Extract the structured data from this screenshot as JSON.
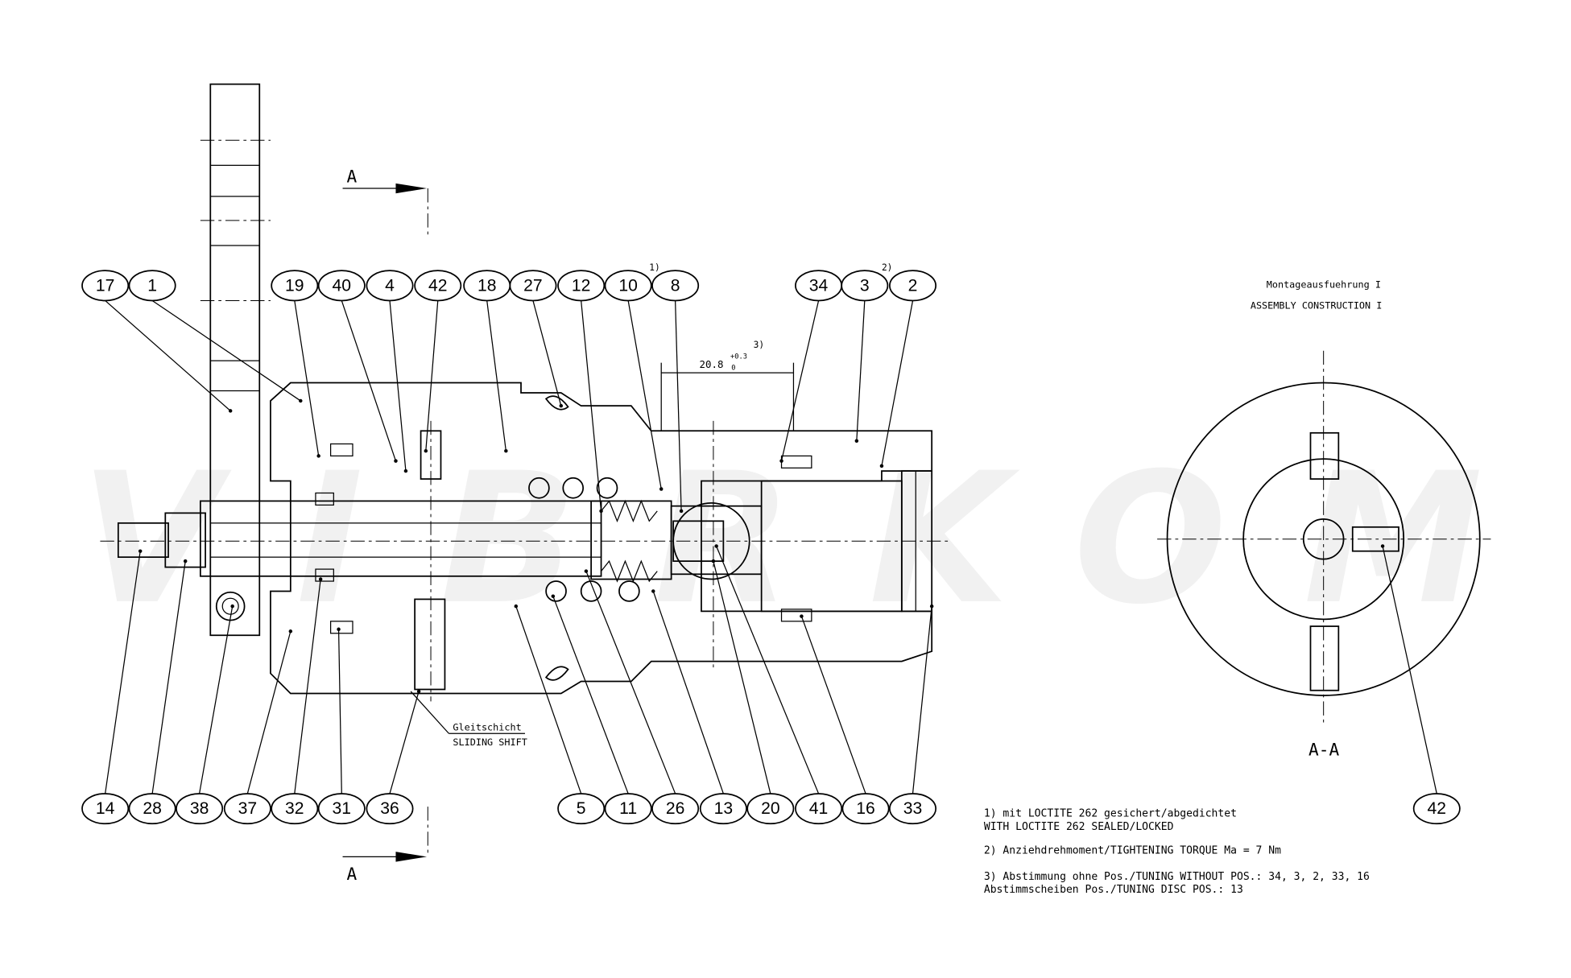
{
  "watermark": "VIBRKOM",
  "section_labels": {
    "a_top": "A",
    "a_bottom": "A",
    "section_view": "A-A"
  },
  "dimension": {
    "value": "20.8",
    "tol_upper": "+0.3",
    "tol_lower": "0",
    "note_ref": "3)"
  },
  "note_refs": {
    "ref1": "1)",
    "ref2": "2)"
  },
  "assembly": {
    "line1": "Montageausfuehrung I",
    "line2": "ASSEMBLY CONSTRUCTION I"
  },
  "sliding": {
    "line1": "Gleitschicht",
    "line2": "SLIDING SHIFT"
  },
  "balloons_top": [
    "17",
    "1",
    "19",
    "40",
    "4",
    "42",
    "18",
    "27",
    "12",
    "10",
    "8",
    "34",
    "3",
    "2"
  ],
  "balloons_bottom": [
    "14",
    "28",
    "38",
    "37",
    "32",
    "31",
    "36",
    "5",
    "11",
    "26",
    "13",
    "20",
    "41",
    "16",
    "33"
  ],
  "balloon_section": "42",
  "notes": [
    "1) mit LOCTITE 262 gesichert/abgedichtet",
    "WITH LOCTITE 262 SEALED/LOCKED",
    "2) Anziehdrehmoment/TIGHTENING TORQUE Ma = 7 Nm",
    "3) Abstimmung ohne Pos./TUNING WITHOUT POS.: 34, 3, 2, 33, 16",
    "Abstimmscheiben Pos./TUNING DISC POS.: 13"
  ]
}
